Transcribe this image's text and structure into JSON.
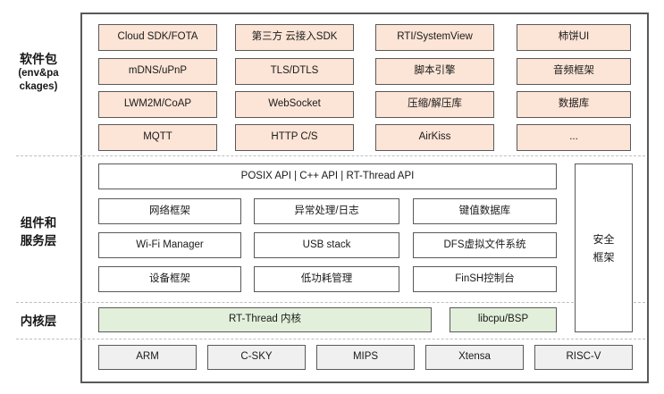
{
  "layers": {
    "packages": {
      "zh": "软件包",
      "en1": "(env&pa",
      "en2": "ckages)"
    },
    "components": {
      "l1": "组件和",
      "l2": "服务层"
    },
    "kernel": {
      "label": "内核层"
    }
  },
  "packages": [
    "Cloud SDK/FOTA",
    "第三方 云接入SDK",
    "RTI/SystemView",
    "柿饼UI",
    "mDNS/uPnP",
    "TLS/DTLS",
    "脚本引擎",
    "音频框架",
    "LWM2M/CoAP",
    "WebSocket",
    "压缩/解压库",
    "数据库",
    "MQTT",
    "HTTP C/S",
    "AirKiss",
    "..."
  ],
  "api_bar": "POSIX API | C++ API | RT-Thread API",
  "components": [
    "网络框架",
    "异常处理/日志",
    "键值数据库",
    "Wi-Fi Manager",
    "USB stack",
    "DFS虚拟文件系统",
    "设备框架",
    "低功耗管理",
    "FinSH控制台"
  ],
  "security": {
    "l1": "安全",
    "l2": "框架"
  },
  "kernel_boxes": {
    "main": "RT-Thread 内核",
    "libcpu": "libcpu/BSP"
  },
  "cpus": [
    "ARM",
    "C-SKY",
    "MIPS",
    "Xtensa",
    "RISC-V"
  ],
  "colors": {
    "package_fill": "#fce4d6",
    "kernel_fill": "#e2efda",
    "cpu_fill": "#f0f0f0",
    "box_border": "#595959",
    "outer_border": "#595959",
    "separator": "#bfbfbf"
  }
}
